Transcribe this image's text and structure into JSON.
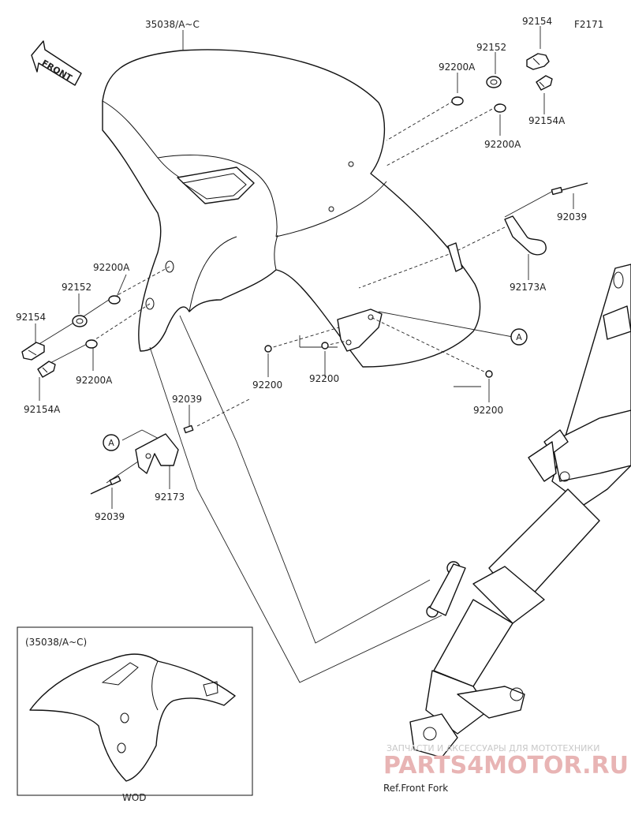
{
  "figure_code": "F2171",
  "front_label": "FRONT",
  "parts": {
    "fender": "35038/A~C",
    "bolt_right": "92154",
    "collar_right": "92152",
    "washer_right_upper": "92200A",
    "bolt_a_right": "92154A",
    "washer_right_lower": "92200A",
    "pin_right": "92039",
    "clamp_right": "92173A",
    "washer_left_upper": "92200A",
    "collar_left": "92152",
    "bolt_left": "92154",
    "washer_left_lower": "92200A",
    "bolt_a_left": "92154A",
    "washer_center_1": "92200",
    "washer_center_2": "92200",
    "washer_center_3": "92200",
    "pin_left_upper": "92039",
    "clamp_left": "92173",
    "pin_left_lower": "92039"
  },
  "callout_a": "A",
  "inset": {
    "title": "(35038/A~C)",
    "caption": "WOD"
  },
  "ref_label": "Ref.Front Fork",
  "watermark": {
    "top": "ЗАПЧАСТИ И АКСЕССУАРЫ ДЛЯ МОТОТЕХНИКИ",
    "logo": "PARTS4MOTOR.RU"
  }
}
